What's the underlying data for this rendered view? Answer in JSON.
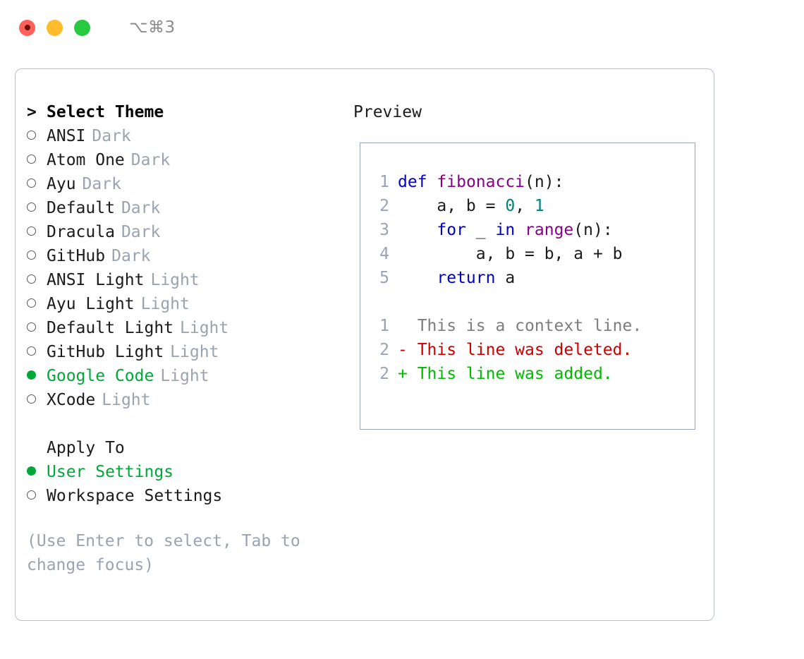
{
  "titlebar": {
    "shortcut": "⌥⌘3",
    "buttons": [
      {
        "name": "close",
        "color": "#ff6059"
      },
      {
        "name": "minimize",
        "color": "#ffbd2e"
      },
      {
        "name": "maximize",
        "color": "#28c840"
      }
    ]
  },
  "colors": {
    "selected_green": "#00a838",
    "muted_gray": "#9aa3b0",
    "text": "#1b1b1b",
    "keyword_blue": "#0000cc",
    "function_purple": "#880088",
    "number_teal": "#008080",
    "diff_delete_red": "#cc0000",
    "diff_add_green": "#00bb00",
    "border": "#b9bfc9"
  },
  "left": {
    "heading": {
      "marker": ">",
      "label": "Select Theme"
    },
    "themes": [
      {
        "marker": "○",
        "selected": false,
        "label": "ANSI",
        "tag": "Dark"
      },
      {
        "marker": "○",
        "selected": false,
        "label": "Atom One",
        "tag": "Dark"
      },
      {
        "marker": "○",
        "selected": false,
        "label": "Ayu",
        "tag": "Dark"
      },
      {
        "marker": "○",
        "selected": false,
        "label": "Default",
        "tag": "Dark"
      },
      {
        "marker": "○",
        "selected": false,
        "label": "Dracula",
        "tag": "Dark"
      },
      {
        "marker": "○",
        "selected": false,
        "label": "GitHub",
        "tag": "Dark"
      },
      {
        "marker": "○",
        "selected": false,
        "label": "ANSI Light",
        "tag": "Light"
      },
      {
        "marker": "○",
        "selected": false,
        "label": "Ayu Light",
        "tag": "Light"
      },
      {
        "marker": "○",
        "selected": false,
        "label": "Default Light",
        "tag": "Light"
      },
      {
        "marker": "○",
        "selected": false,
        "label": "GitHub Light",
        "tag": "Light"
      },
      {
        "marker": "●",
        "selected": true,
        "label": "Google Code",
        "tag": "Light"
      },
      {
        "marker": "○",
        "selected": false,
        "label": "XCode",
        "tag": "Light"
      }
    ],
    "apply_to": {
      "heading": "Apply To",
      "options": [
        {
          "marker": "●",
          "selected": true,
          "label": "User Settings"
        },
        {
          "marker": "○",
          "selected": false,
          "label": "Workspace Settings"
        }
      ]
    },
    "hint": "(Use Enter to select, Tab to change focus)"
  },
  "right": {
    "title": "Preview",
    "code": [
      {
        "lineno": "1",
        "tokens": [
          {
            "t": "def",
            "c": "kw"
          },
          {
            "t": " ",
            "c": "punc"
          },
          {
            "t": "fibonacci",
            "c": "fn"
          },
          {
            "t": "(n):",
            "c": "punc"
          }
        ]
      },
      {
        "lineno": "2",
        "tokens": [
          {
            "t": "    a, b = ",
            "c": "id"
          },
          {
            "t": "0",
            "c": "num"
          },
          {
            "t": ", ",
            "c": "punc"
          },
          {
            "t": "1",
            "c": "num"
          }
        ]
      },
      {
        "lineno": "3",
        "tokens": [
          {
            "t": "    ",
            "c": "punc"
          },
          {
            "t": "for",
            "c": "kw"
          },
          {
            "t": " _ ",
            "c": "id"
          },
          {
            "t": "in",
            "c": "kw"
          },
          {
            "t": " ",
            "c": "punc"
          },
          {
            "t": "range",
            "c": "fn"
          },
          {
            "t": "(n):",
            "c": "punc"
          }
        ]
      },
      {
        "lineno": "4",
        "tokens": [
          {
            "t": "        a, b = b, a + b",
            "c": "id"
          }
        ]
      },
      {
        "lineno": "5",
        "tokens": [
          {
            "t": "    ",
            "c": "punc"
          },
          {
            "t": "return",
            "c": "kw"
          },
          {
            "t": " a",
            "c": "id"
          }
        ]
      }
    ],
    "diff": [
      {
        "lineno": "1",
        "prefix": "  ",
        "text": "This is a context line.",
        "kind": "ctx"
      },
      {
        "lineno": "2",
        "prefix": "- ",
        "text": "This line was deleted.",
        "kind": "del"
      },
      {
        "lineno": "2",
        "prefix": "+ ",
        "text": "This line was added.",
        "kind": "add"
      }
    ]
  }
}
